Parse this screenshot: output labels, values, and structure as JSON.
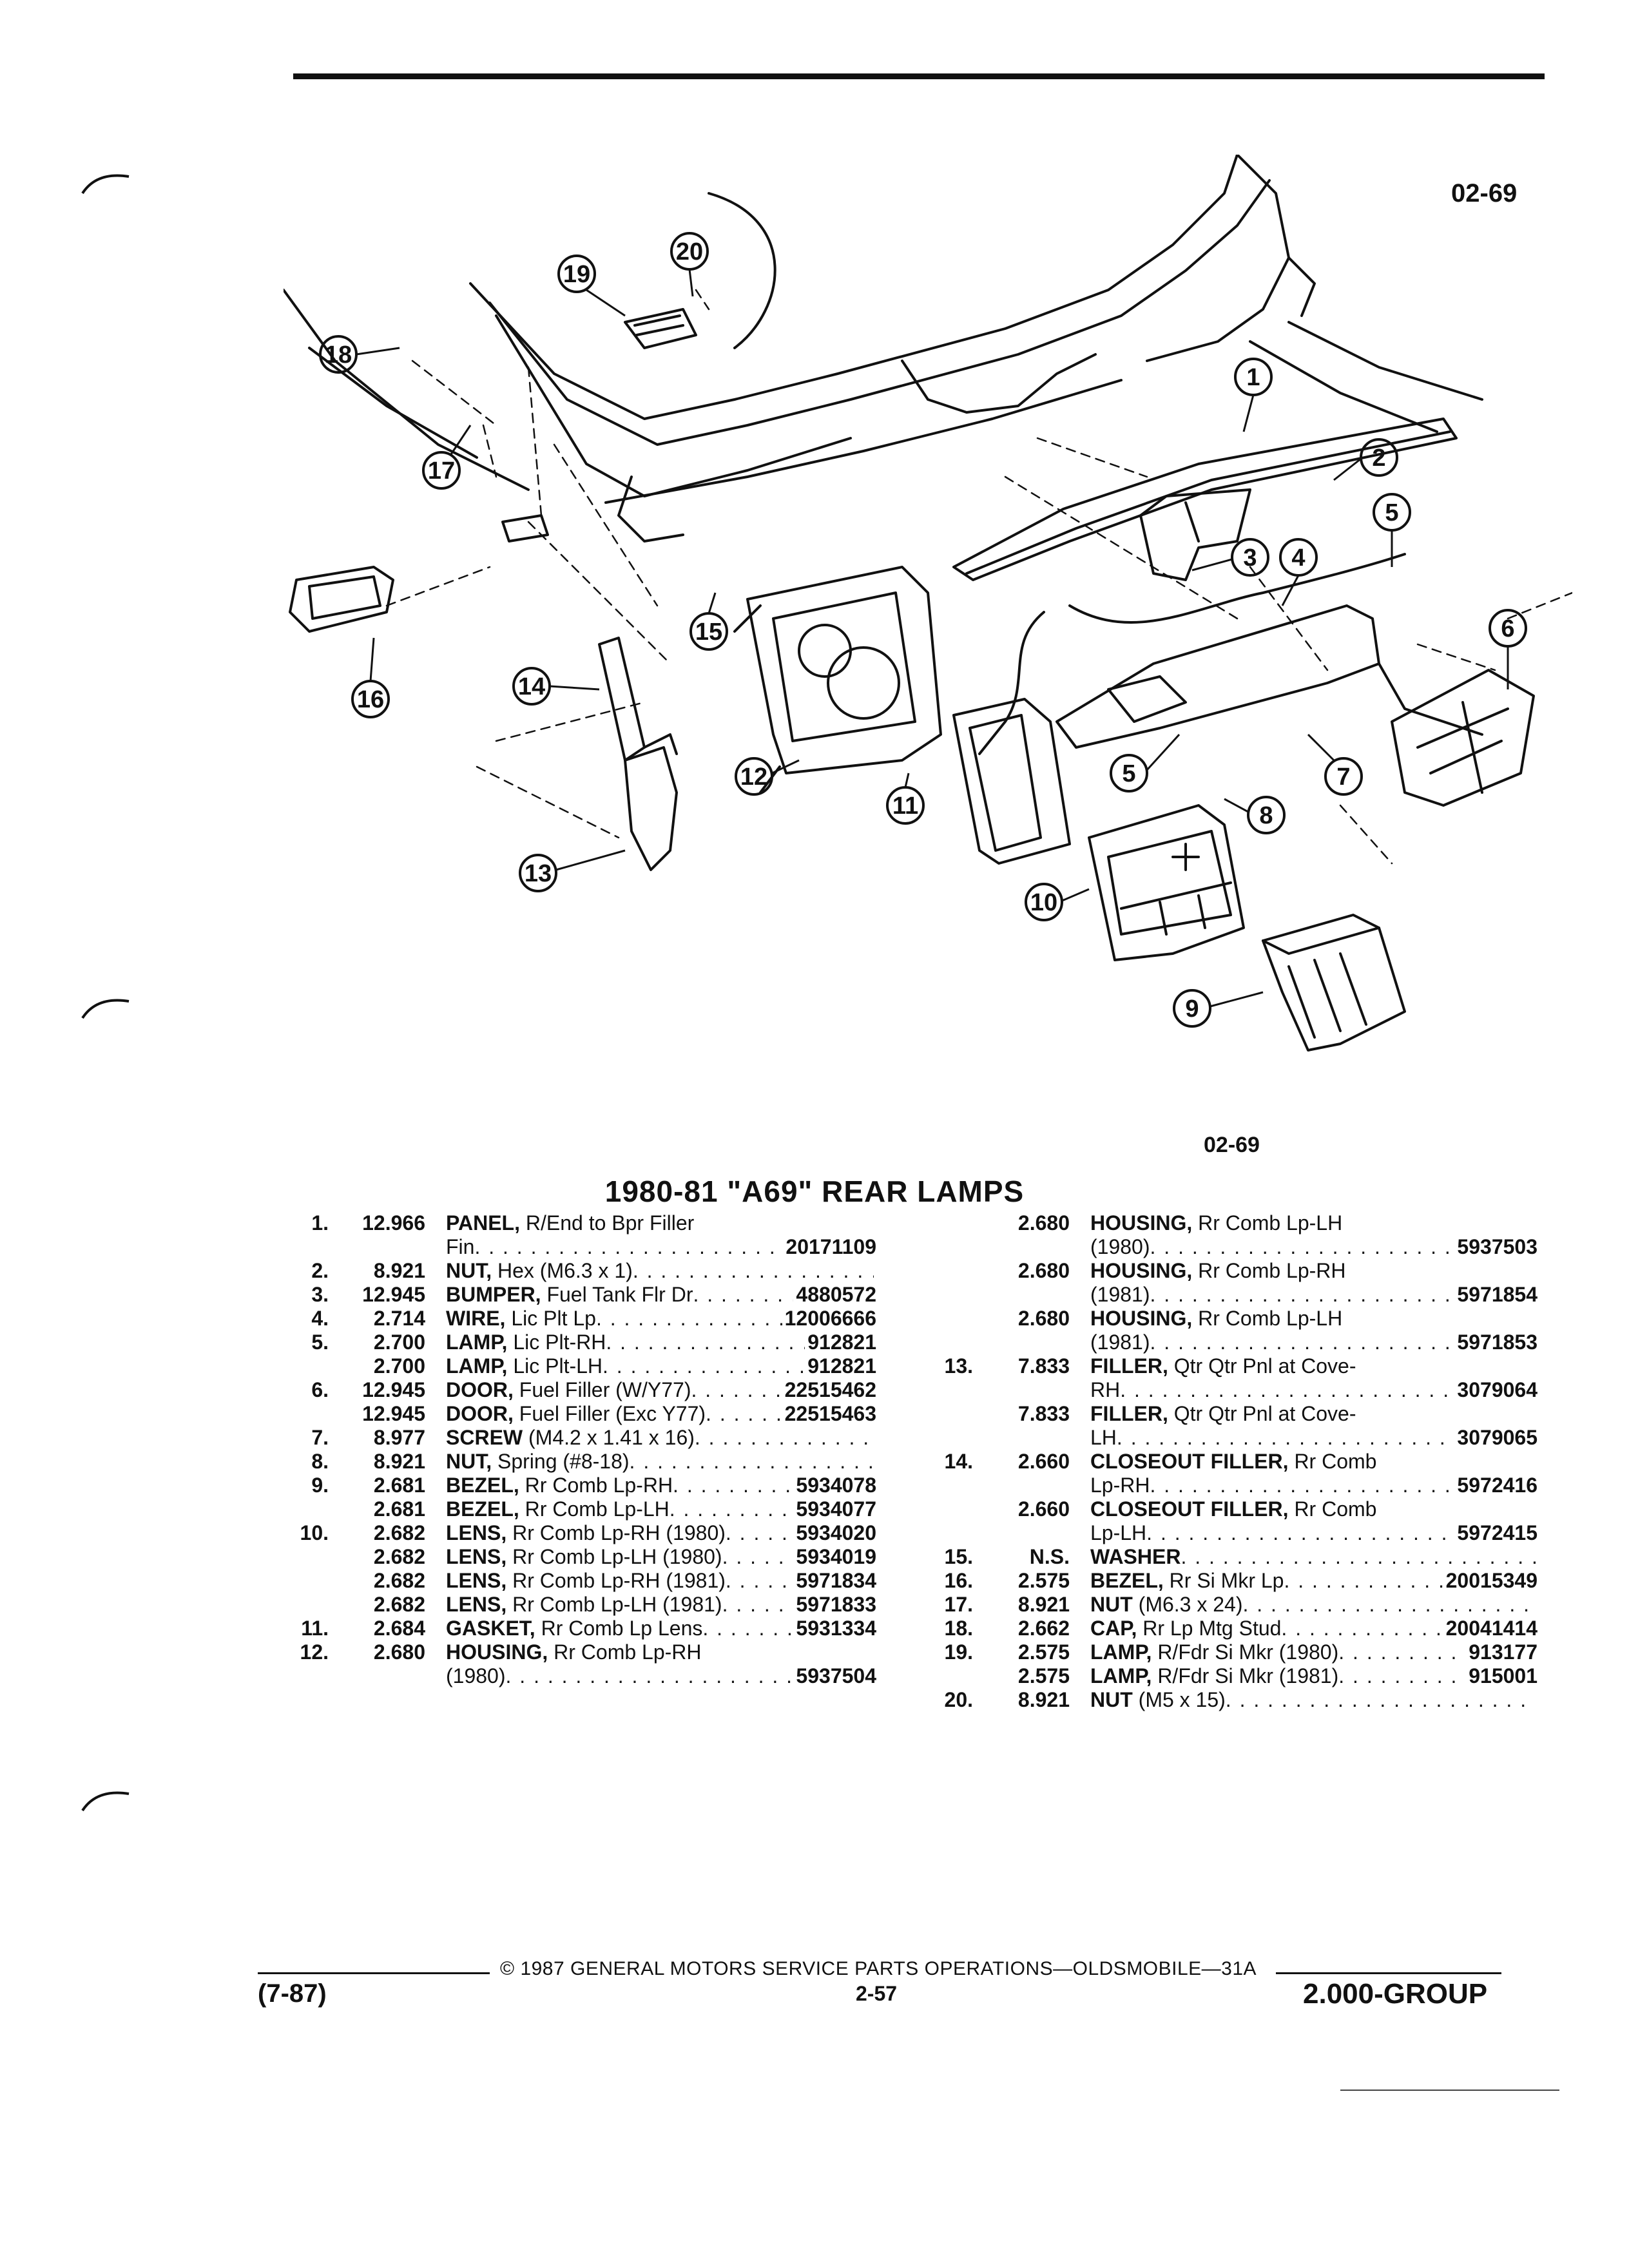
{
  "header": {
    "page_code": "02-69"
  },
  "figure": {
    "ref": "02-69",
    "callouts": [
      "1",
      "2",
      "3",
      "4",
      "5",
      "5",
      "6",
      "7",
      "8",
      "9",
      "10",
      "11",
      "12",
      "13",
      "14",
      "15",
      "16",
      "17",
      "18",
      "19",
      "20"
    ]
  },
  "title": "1980-81 \"A69\" REAR LAMPS",
  "parts_left": [
    {
      "idx": "1.",
      "group": "12.966",
      "name": "PANEL,",
      "desc": " R/End to Bpr Filler",
      "desc2": "Fin",
      "part": "20171109"
    },
    {
      "idx": "2.",
      "group": "8.921",
      "name": "NUT,",
      "desc": " Hex (M6.3 x 1)",
      "part": ""
    },
    {
      "idx": "3.",
      "group": "12.945",
      "name": "BUMPER,",
      "desc": " Fuel Tank Flr Dr",
      "part": "4880572"
    },
    {
      "idx": "4.",
      "group": "2.714",
      "name": "WIRE,",
      "desc": " Lic Plt Lp",
      "part": "12006666"
    },
    {
      "idx": "5.",
      "group": "2.700",
      "name": "LAMP,",
      "desc": " Lic Plt-RH",
      "part": "912821"
    },
    {
      "idx": "",
      "group": "2.700",
      "name": "LAMP,",
      "desc": " Lic Plt-LH",
      "part": "912821"
    },
    {
      "idx": "6.",
      "group": "12.945",
      "name": "DOOR,",
      "desc": " Fuel Filler (W/Y77)",
      "part": "22515462"
    },
    {
      "idx": "",
      "group": "12.945",
      "name": "DOOR,",
      "desc": " Fuel Filler (Exc Y77)",
      "part": "22515463"
    },
    {
      "idx": "7.",
      "group": "8.977",
      "name": "SCREW",
      "desc": " (M4.2 x 1.41 x 16)",
      "part": ""
    },
    {
      "idx": "8.",
      "group": "8.921",
      "name": "NUT,",
      "desc": " Spring (#8-18)",
      "part": ""
    },
    {
      "idx": "9.",
      "group": "2.681",
      "name": "BEZEL,",
      "desc": " Rr Comb Lp-RH",
      "part": "5934078"
    },
    {
      "idx": "",
      "group": "2.681",
      "name": "BEZEL,",
      "desc": " Rr Comb Lp-LH",
      "part": "5934077"
    },
    {
      "idx": "10.",
      "group": "2.682",
      "name": "LENS,",
      "desc": " Rr Comb Lp-RH (1980)",
      "part": "5934020"
    },
    {
      "idx": "",
      "group": "2.682",
      "name": "LENS,",
      "desc": " Rr Comb Lp-LH (1980)",
      "part": "5934019"
    },
    {
      "idx": "",
      "group": "2.682",
      "name": "LENS,",
      "desc": " Rr Comb Lp-RH (1981)",
      "part": "5971834"
    },
    {
      "idx": "",
      "group": "2.682",
      "name": "LENS,",
      "desc": " Rr Comb Lp-LH (1981)",
      "part": "5971833"
    },
    {
      "idx": "11.",
      "group": "2.684",
      "name": "GASKET,",
      "desc": " Rr Comb Lp Lens",
      "part": "5931334"
    },
    {
      "idx": "12.",
      "group": "2.680",
      "name": "HOUSING,",
      "desc": " Rr Comb Lp-RH",
      "desc2": "(1980)",
      "part": "5937504"
    }
  ],
  "parts_right": [
    {
      "idx": "",
      "group": "2.680",
      "name": "HOUSING,",
      "desc": " Rr Comb Lp-LH",
      "desc2": "(1980)",
      "part": "5937503"
    },
    {
      "idx": "",
      "group": "2.680",
      "name": "HOUSING,",
      "desc": " Rr Comb Lp-RH",
      "desc2": "(1981)",
      "part": "5971854"
    },
    {
      "idx": "",
      "group": "2.680",
      "name": "HOUSING,",
      "desc": " Rr Comb Lp-LH",
      "desc2": "(1981)",
      "part": "5971853"
    },
    {
      "idx": "13.",
      "group": "7.833",
      "name": "FILLER,",
      "desc": " Qtr Qtr Pnl at Cove-",
      "desc2": "RH",
      "part": "3079064"
    },
    {
      "idx": "",
      "group": "7.833",
      "name": "FILLER,",
      "desc": " Qtr Qtr Pnl at Cove-",
      "desc2": "LH",
      "part": "3079065"
    },
    {
      "idx": "14.",
      "group": "2.660",
      "name": "CLOSEOUT FILLER,",
      "desc": " Rr Comb",
      "desc2": "Lp-RH",
      "part": "5972416"
    },
    {
      "idx": "",
      "group": "2.660",
      "name": "CLOSEOUT FILLER,",
      "desc": " Rr Comb",
      "desc2": "Lp-LH",
      "part": "5972415"
    },
    {
      "idx": "15.",
      "group": "N.S.",
      "name": "WASHER",
      "desc": "",
      "part": ""
    },
    {
      "idx": "16.",
      "group": "2.575",
      "name": "BEZEL,",
      "desc": " Rr Si Mkr Lp",
      "part": "20015349"
    },
    {
      "idx": "17.",
      "group": "8.921",
      "name": "NUT",
      "desc": " (M6.3 x 24)",
      "part": ""
    },
    {
      "idx": "18.",
      "group": "2.662",
      "name": "CAP,",
      "desc": " Rr Lp Mtg Stud",
      "part": "20041414"
    },
    {
      "idx": "19.",
      "group": "2.575",
      "name": "LAMP,",
      "desc": " R/Fdr Si Mkr (1980)",
      "part": "913177"
    },
    {
      "idx": "",
      "group": "2.575",
      "name": "LAMP,",
      "desc": " R/Fdr Si Mkr (1981)",
      "part": "915001"
    },
    {
      "idx": "20.",
      "group": "8.921",
      "name": "NUT",
      "desc": " (M5 x 15)",
      "part": ""
    }
  ],
  "footer": {
    "copyright": "© 1987 GENERAL MOTORS SERVICE PARTS OPERATIONS—OLDSMOBILE—31A",
    "date_code": "(7-87)",
    "page_number": "2-57",
    "group": "2.000-GROUP"
  }
}
